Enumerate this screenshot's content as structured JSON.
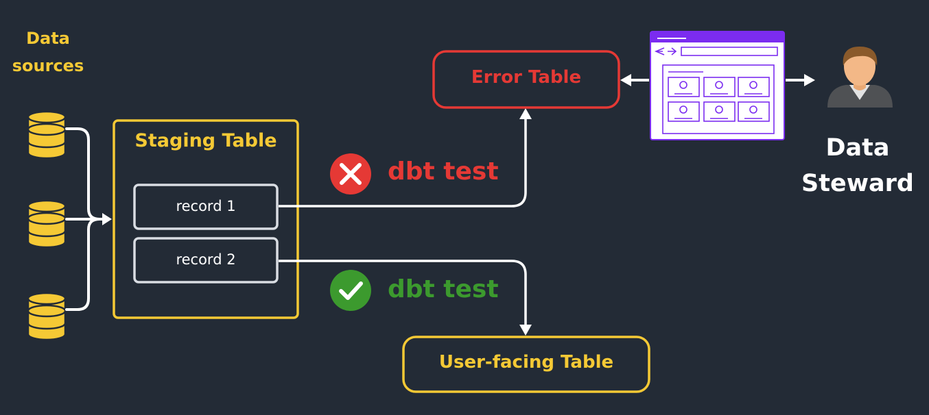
{
  "labels": {
    "data_sources_line1": "Data",
    "data_sources_line2": "sources",
    "staging_table": "Staging Table",
    "record_1": "record 1",
    "record_2": "record 2",
    "error_table": "Error Table",
    "user_facing_table": "User-facing Table",
    "test_fail": "dbt test",
    "test_pass": "dbt test",
    "steward_line1": "Data",
    "steward_line2": "Steward"
  },
  "colors": {
    "background": "#232b36",
    "accent_yellow": "#f5c935",
    "error_red": "#e53935",
    "pass_green": "#3c9a2e",
    "ui_purple": "#7b2cf0",
    "line_white": "#ffffff"
  },
  "icons": {
    "database": "database-icon",
    "fail": "x-circle-icon",
    "pass": "check-circle-icon",
    "ui": "web-interface-icon",
    "person": "user-avatar-icon"
  }
}
